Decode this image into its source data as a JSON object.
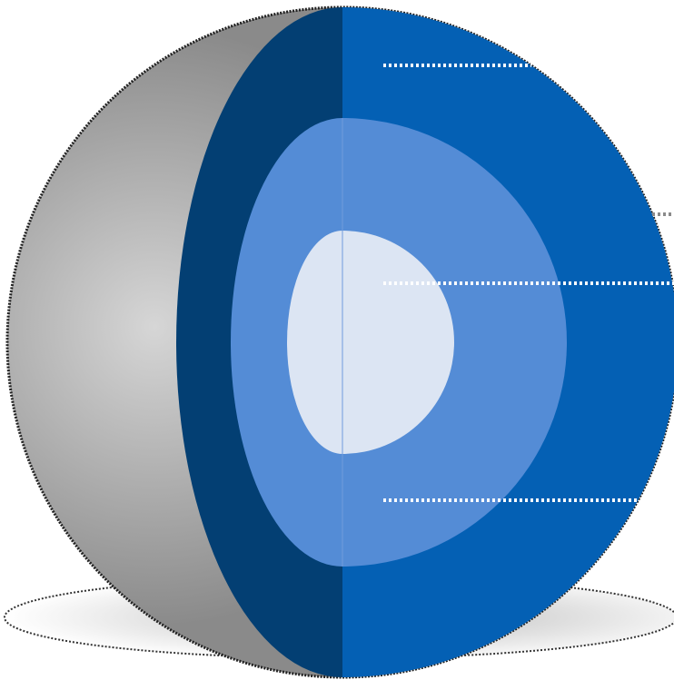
{
  "diagram": {
    "kind": "cutaway-sphere-layers",
    "layers": [
      {
        "name": "outer-shell",
        "color": "#0460B4",
        "shade_color": "#033F73"
      },
      {
        "name": "middle-layer",
        "color": "#548CD6"
      },
      {
        "name": "inner-core",
        "color": "#DCE5F3"
      }
    ],
    "surface_colors": {
      "light": "#D6D6D6",
      "dark": "#8A8A8A"
    },
    "shadow_color": "#BBBBBB",
    "leader_line_color": "#FFFFFF",
    "outer_leader_color": "#8A8A8A",
    "leader_count": 3
  }
}
